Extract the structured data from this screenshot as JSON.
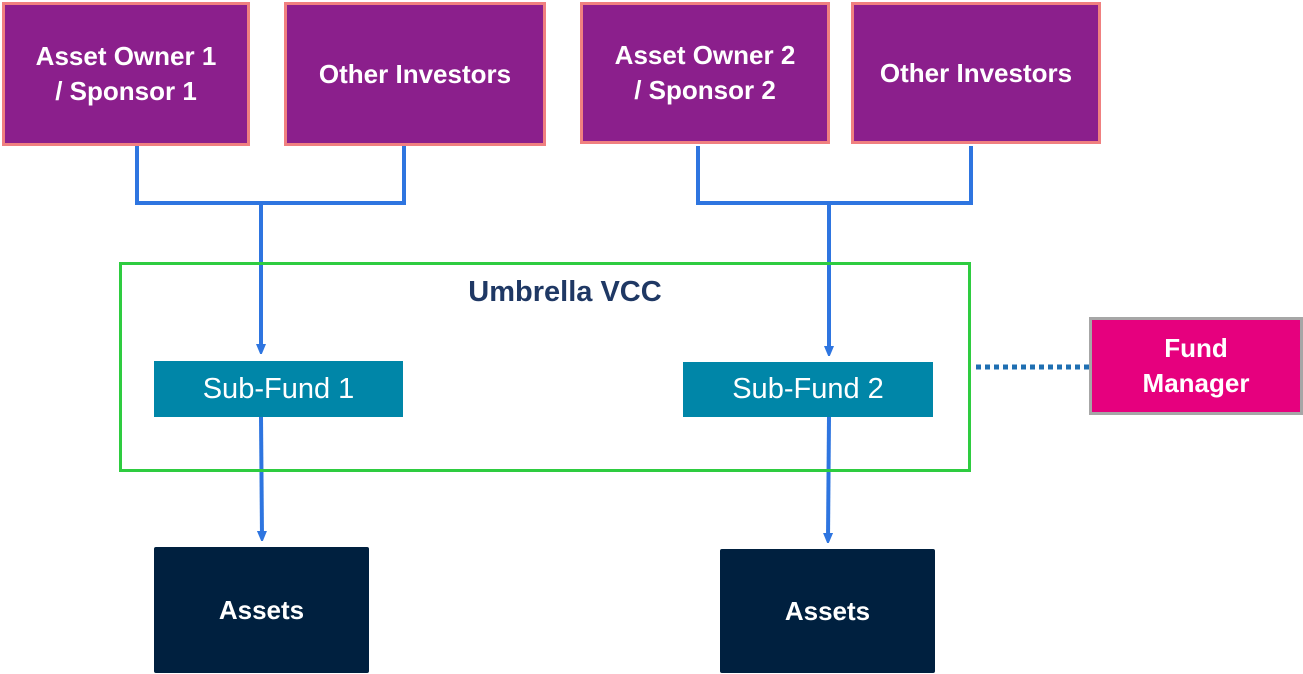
{
  "investors": {
    "owner1": "Asset Owner 1\n/ Sponsor 1",
    "other1": "Other Investors",
    "owner2": "Asset Owner 2\n/ Sponsor 2",
    "other2": "Other Investors"
  },
  "umbrella": {
    "title": "Umbrella VCC"
  },
  "subfunds": {
    "sf1": "Sub-Fund 1",
    "sf2": "Sub-Fund 2"
  },
  "assets": {
    "a1": "Assets",
    "a2": "Assets"
  },
  "manager": {
    "label": "Fund\nManager"
  },
  "colors": {
    "investor_fill": "#8b1f8c",
    "investor_border": "#f08080",
    "connector": "#2e75e0",
    "umbrella_border": "#2ecc40",
    "subfund_fill": "#0086a8",
    "assets_fill": "#00203f",
    "manager_fill": "#e6007e",
    "manager_link": "#1f6fb2"
  }
}
